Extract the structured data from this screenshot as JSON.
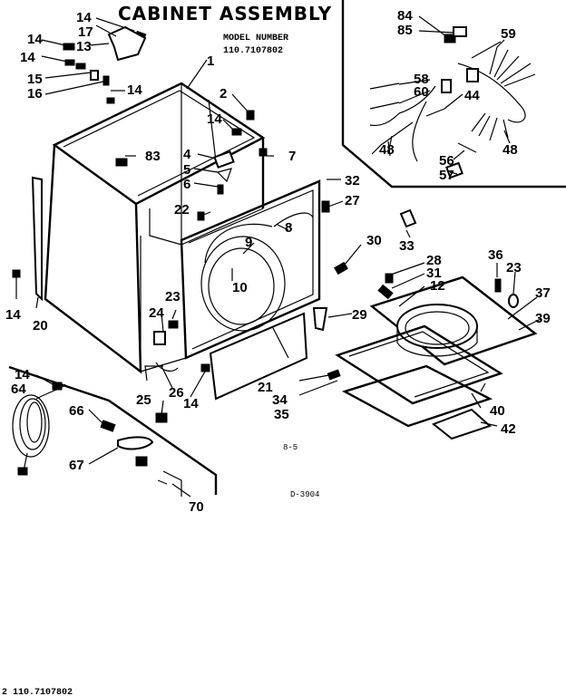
{
  "title": "CABINET ASSEMBLY",
  "model_label": "MODEL NUMBER",
  "model_number": "110.7107802",
  "footer_text": "2 110.7107802",
  "page_ref": "8-5",
  "drawing_code": "D-3904",
  "callouts": {
    "c1": "1",
    "c2": "2",
    "c4": "4",
    "c5": "5",
    "c6": "6",
    "c7": "7",
    "c8": "8",
    "c9": "9",
    "c10": "10",
    "c12": "12",
    "c13": "13",
    "c14a": "14",
    "c14b": "14",
    "c14c": "14",
    "c14d": "14",
    "c14e": "14",
    "c14f": "14",
    "c14g": "14",
    "c14h": "14",
    "c15": "15",
    "c16": "16",
    "c17": "17",
    "c20": "20",
    "c21": "21",
    "c22": "22",
    "c23a": "23",
    "c23b": "23",
    "c24": "24",
    "c25": "25",
    "c26": "26",
    "c27": "27",
    "c28": "28",
    "c29": "29",
    "c30": "30",
    "c31": "31",
    "c32": "32",
    "c33": "33",
    "c34": "34",
    "c35": "35",
    "c36": "36",
    "c37": "37",
    "c39": "39",
    "c40": "40",
    "c42": "42",
    "c44": "44",
    "c48a": "48",
    "c48b": "48",
    "c56": "56",
    "c57": "57",
    "c58": "58",
    "c59": "59",
    "c60": "60",
    "c64": "64",
    "c66": "66",
    "c67": "67",
    "c70": "70",
    "c83": "83",
    "c84": "84",
    "c85": "85"
  }
}
